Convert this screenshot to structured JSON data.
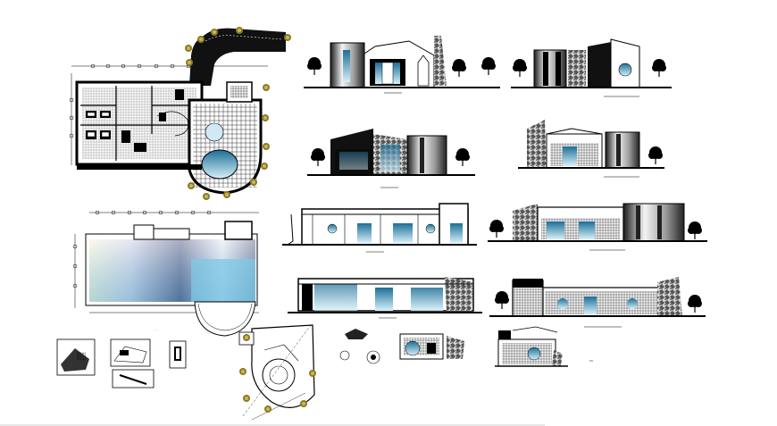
{
  "sheet": {
    "background": "#ffffff",
    "line_color": "#000000",
    "glass_color": "#3aa0c8",
    "tree_color": "#000000",
    "column_marker_color": "#8a7a2a"
  },
  "drawings": [
    {
      "id": "ground-floor-plan",
      "kind": "plan"
    },
    {
      "id": "roof-plan",
      "kind": "plan"
    },
    {
      "id": "elevation-1",
      "kind": "elevation"
    },
    {
      "id": "elevation-2",
      "kind": "elevation"
    },
    {
      "id": "elevation-3",
      "kind": "elevation"
    },
    {
      "id": "elevation-4",
      "kind": "elevation"
    },
    {
      "id": "section-1",
      "kind": "section"
    },
    {
      "id": "elevation-5",
      "kind": "elevation"
    },
    {
      "id": "section-2",
      "kind": "section"
    },
    {
      "id": "elevation-6",
      "kind": "elevation"
    },
    {
      "id": "rotunda-plan",
      "kind": "plan"
    },
    {
      "id": "detail-sheet",
      "kind": "details"
    },
    {
      "id": "partial-elevation",
      "kind": "elevation"
    }
  ]
}
